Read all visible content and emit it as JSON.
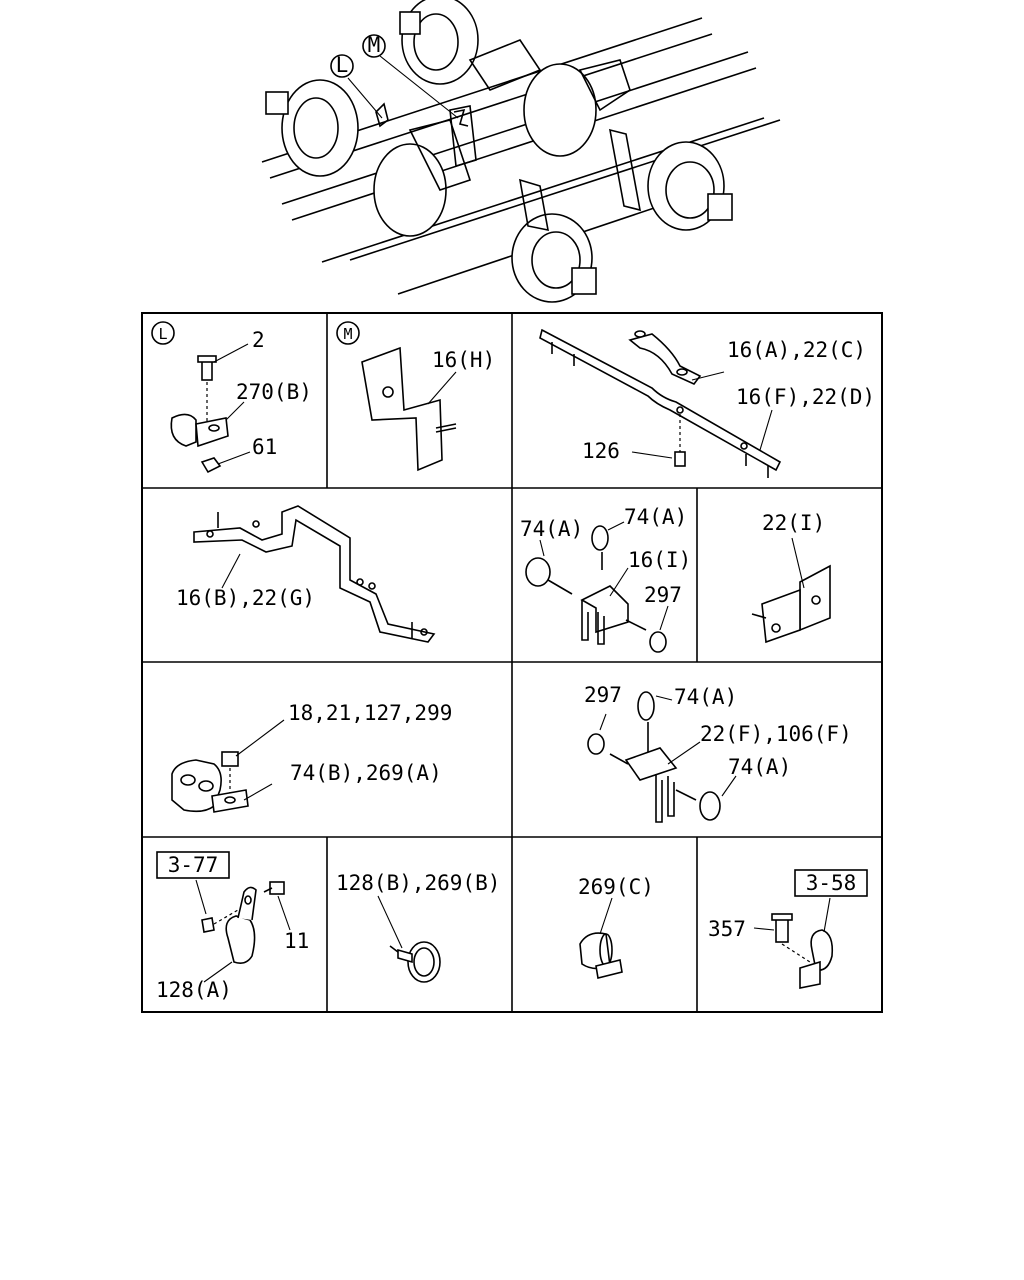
{
  "overview": {
    "callouts": [
      {
        "name": "callout-l",
        "letter": "L"
      },
      {
        "name": "callout-m",
        "letter": "M"
      }
    ]
  },
  "cells": {
    "l": {
      "marker": "L",
      "labels": [
        "2",
        "270(B)",
        "61"
      ]
    },
    "m": {
      "marker": "M",
      "labels": [
        "16(H)"
      ]
    },
    "top3": {
      "labels": [
        "16(A),22(C)",
        "16(F),22(D)",
        "126"
      ]
    },
    "r2c1": {
      "labels": [
        "16(B),22(G)"
      ]
    },
    "r2c2": {
      "labels": [
        "74(A)",
        "74(A)",
        "16(I)",
        "297"
      ]
    },
    "r2c3": {
      "labels": [
        "22(I)"
      ]
    },
    "r3c1": {
      "labels": [
        "18,21,127,299",
        "74(B),269(A)"
      ]
    },
    "r3c2": {
      "labels": [
        "297",
        "74(A)",
        "22(F),106(F)",
        "74(A)"
      ]
    },
    "r4c1": {
      "ref": "3-77",
      "labels": [
        "11",
        "128(A)"
      ]
    },
    "r4c2": {
      "labels": [
        "128(B),269(B)"
      ]
    },
    "r4c3": {
      "labels": [
        "269(C)"
      ]
    },
    "r4c4": {
      "ref": "3-58",
      "labels": [
        "357"
      ]
    }
  }
}
